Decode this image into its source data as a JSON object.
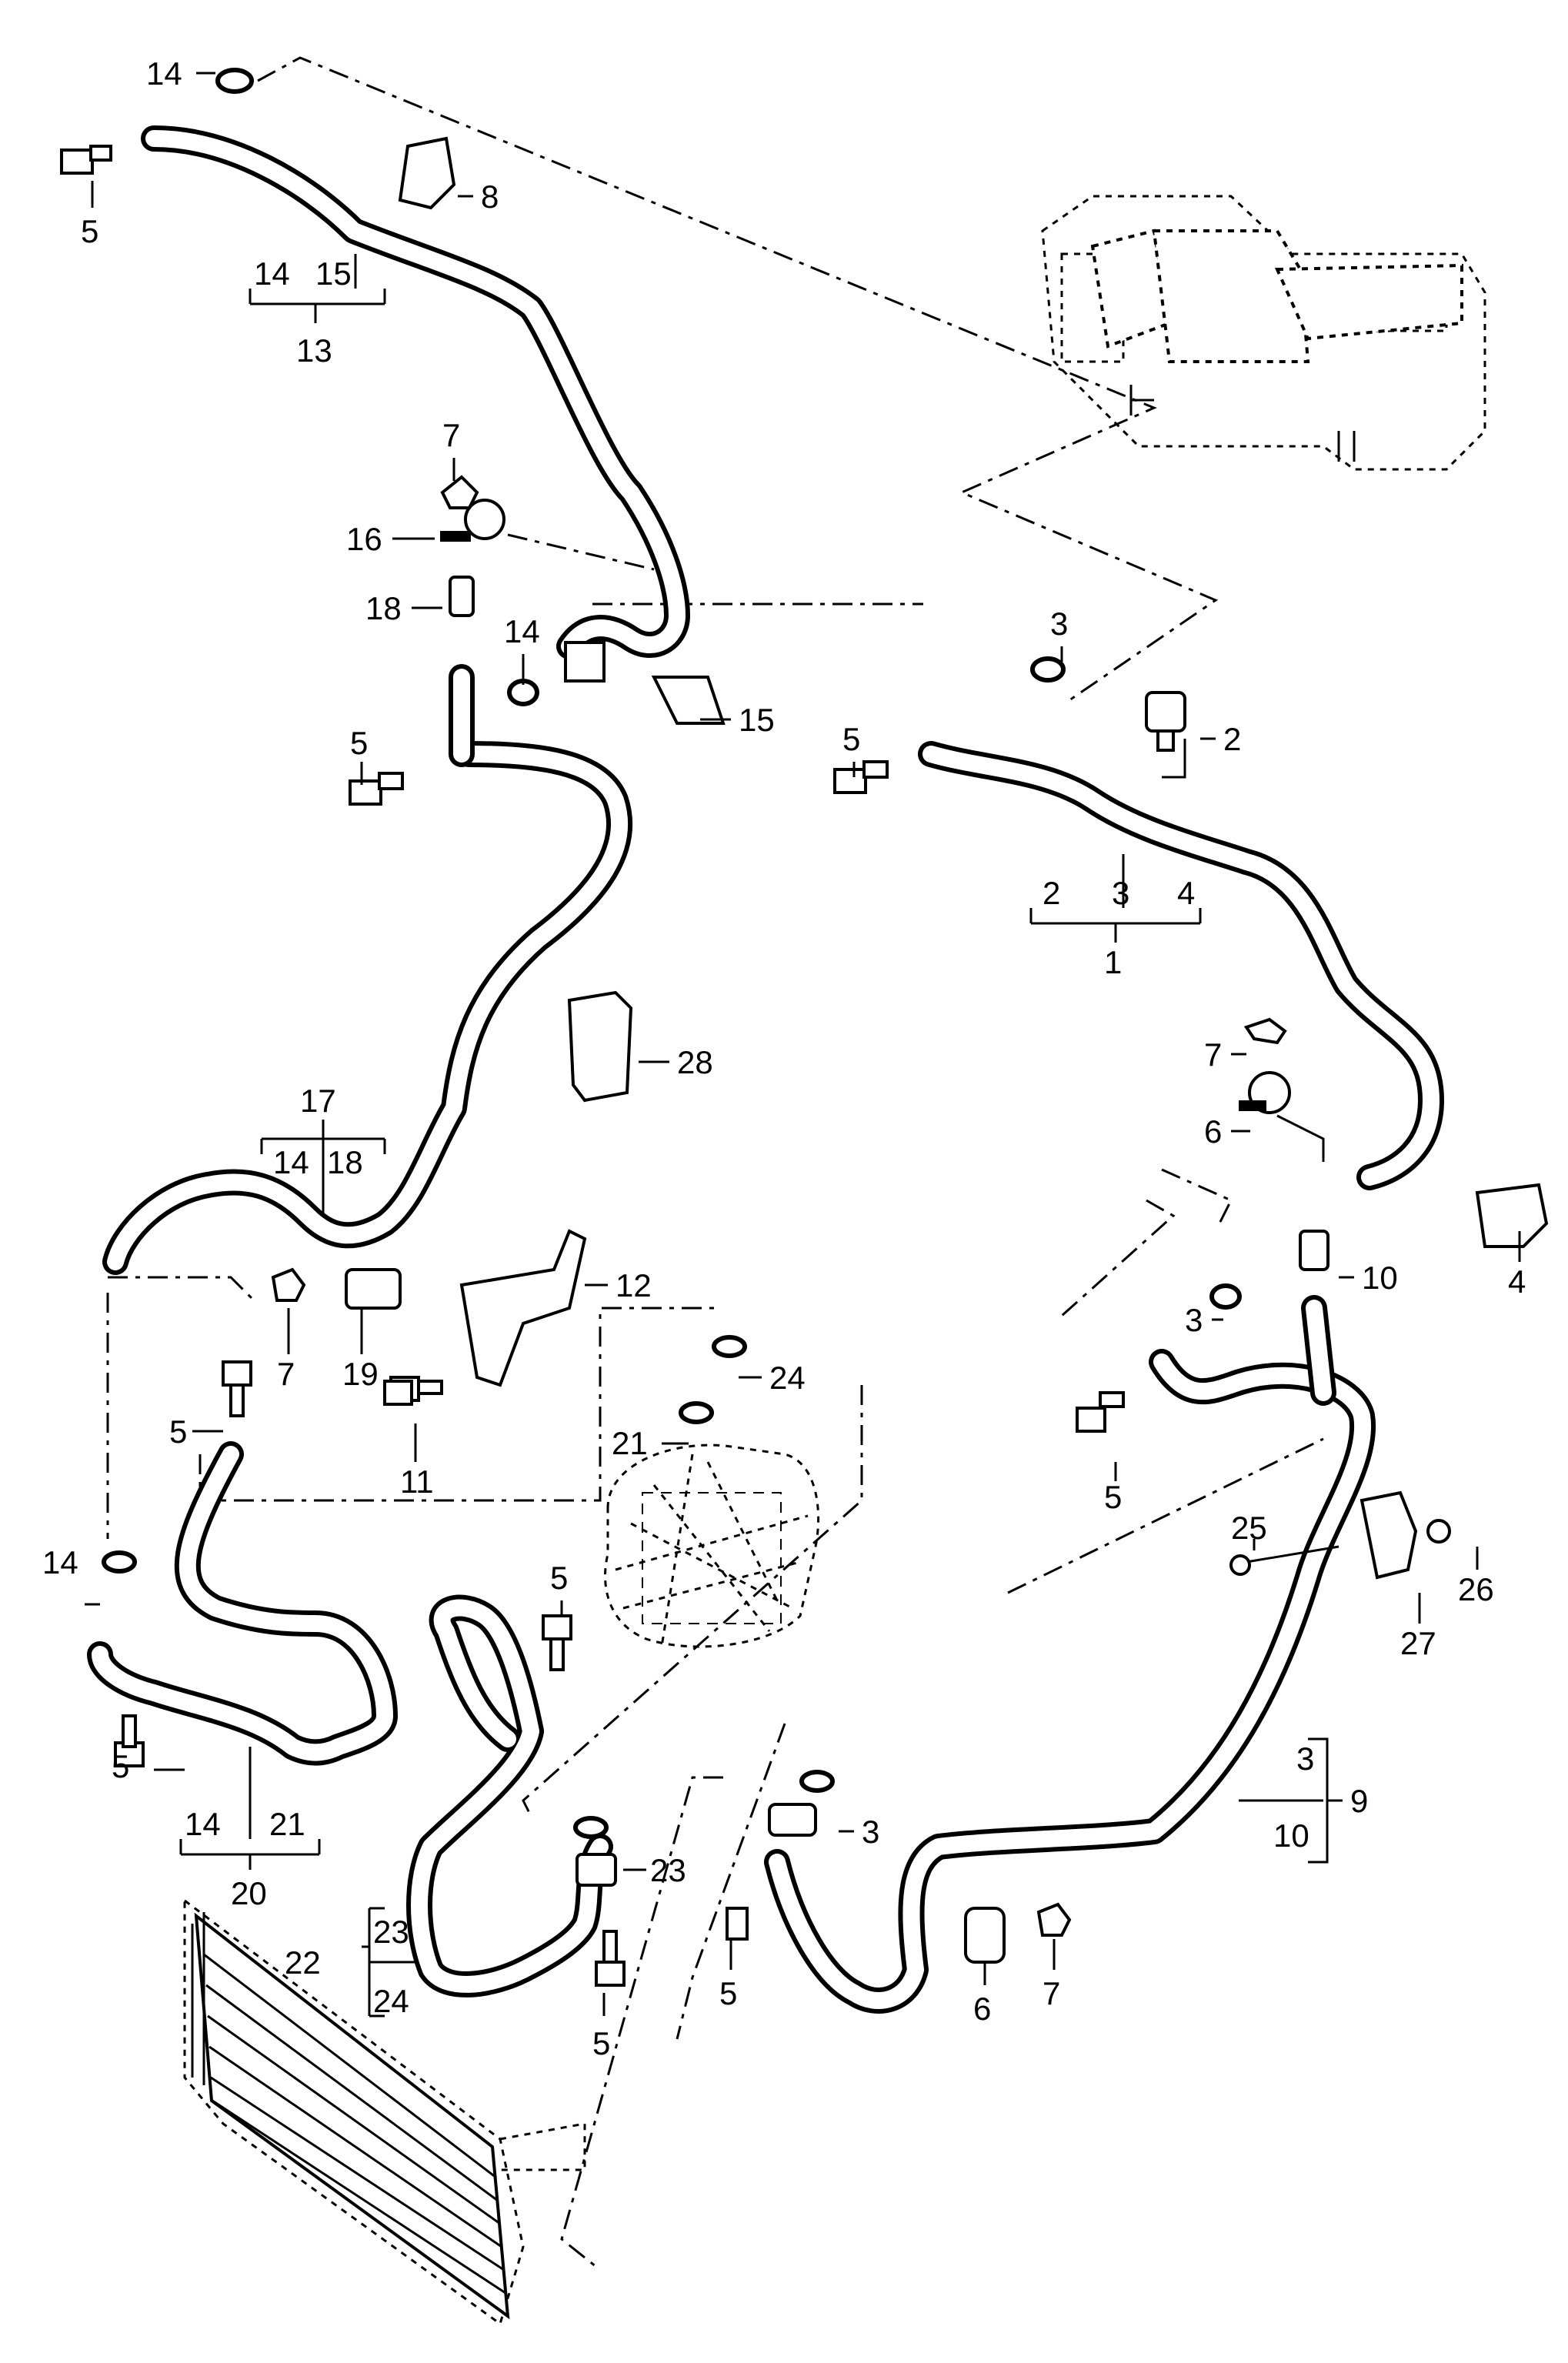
{
  "callouts": [
    {
      "id": "c14a",
      "text": "14"
    },
    {
      "id": "c5a",
      "text": "5"
    },
    {
      "id": "c8",
      "text": "8"
    },
    {
      "id": "c13",
      "text": "13"
    },
    {
      "id": "c13a",
      "text": "14"
    },
    {
      "id": "c13b",
      "text": "15"
    },
    {
      "id": "c7a",
      "text": "7"
    },
    {
      "id": "c16",
      "text": "16"
    },
    {
      "id": "c18",
      "text": "18"
    },
    {
      "id": "c14b",
      "text": "14"
    },
    {
      "id": "c15",
      "text": "15"
    },
    {
      "id": "c5b",
      "text": "5"
    },
    {
      "id": "c3a",
      "text": "3"
    },
    {
      "id": "c2",
      "text": "2"
    },
    {
      "id": "c5c",
      "text": "5"
    },
    {
      "id": "c1",
      "text": "1"
    },
    {
      "id": "c1a",
      "text": "2"
    },
    {
      "id": "c1b",
      "text": "3"
    },
    {
      "id": "c1c",
      "text": "4"
    },
    {
      "id": "c28",
      "text": "28"
    },
    {
      "id": "c17",
      "text": "17"
    },
    {
      "id": "c17a",
      "text": "14"
    },
    {
      "id": "c17b",
      "text": "18"
    },
    {
      "id": "c7b",
      "text": "7"
    },
    {
      "id": "c6a",
      "text": "6"
    },
    {
      "id": "c4",
      "text": "4"
    },
    {
      "id": "c12",
      "text": "12"
    },
    {
      "id": "c10",
      "text": "10"
    },
    {
      "id": "c3b",
      "text": "3"
    },
    {
      "id": "c7c",
      "text": "7"
    },
    {
      "id": "c19",
      "text": "19"
    },
    {
      "id": "c24a",
      "text": "24"
    },
    {
      "id": "c5d",
      "text": "5"
    },
    {
      "id": "c21",
      "text": "21"
    },
    {
      "id": "c11",
      "text": "11"
    },
    {
      "id": "c5e",
      "text": "5"
    },
    {
      "id": "c25",
      "text": "25"
    },
    {
      "id": "c14c",
      "text": "14"
    },
    {
      "id": "c5f",
      "text": "5"
    },
    {
      "id": "c27",
      "text": "27"
    },
    {
      "id": "c26",
      "text": "26"
    },
    {
      "id": "c5g",
      "text": "5"
    },
    {
      "id": "c20",
      "text": "20"
    },
    {
      "id": "c20a",
      "text": "14"
    },
    {
      "id": "c20b",
      "text": "21"
    },
    {
      "id": "c9",
      "text": "9"
    },
    {
      "id": "c9a",
      "text": "3"
    },
    {
      "id": "c9b",
      "text": "10"
    },
    {
      "id": "c3c",
      "text": "3"
    },
    {
      "id": "c23",
      "text": "23"
    },
    {
      "id": "c22",
      "text": "22"
    },
    {
      "id": "c22a",
      "text": "23"
    },
    {
      "id": "c22b",
      "text": "24"
    },
    {
      "id": "c5h",
      "text": "5"
    },
    {
      "id": "c5i",
      "text": "5"
    },
    {
      "id": "c6b",
      "text": "6"
    },
    {
      "id": "c7d",
      "text": "7"
    }
  ]
}
